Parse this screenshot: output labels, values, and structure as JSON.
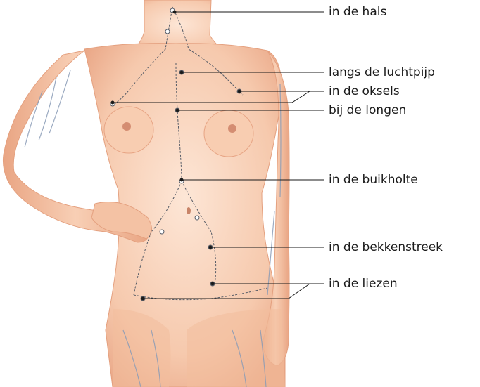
{
  "labels": {
    "neck": "in de hals",
    "trachea": "langs de luchtpijp",
    "armpits": "in de oksels",
    "lungs": "bij de longen",
    "abdomen": "in de buikholte",
    "pelvis": "in de bekkenstreek",
    "groin": "in de liezen"
  },
  "colors": {
    "skin_light": "#fde6d6",
    "skin_mid": "#f6c4a6",
    "skin_shadow": "#e9a583",
    "vessel": "#8a9bb6",
    "node": "#555b66",
    "line": "#1a1a1a",
    "text": "#1a1a1a"
  }
}
